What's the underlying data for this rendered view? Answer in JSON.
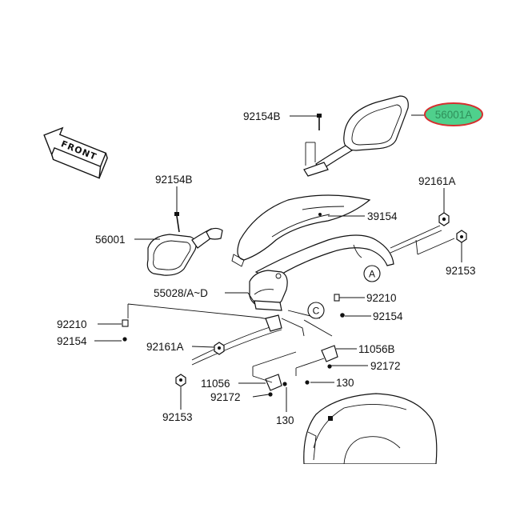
{
  "diagram": {
    "direction_label": "FRONT",
    "highlight_color": "#4fd08c",
    "highlight_ring_color": "#d62f2f",
    "callouts": {
      "bolt_mirror_right": "92154B",
      "mirror_right": "56001A",
      "bolt_mirror_left": "92154B",
      "nut_top_right": "92161A",
      "bracket_cover": "39154",
      "mirror_left": "56001",
      "bolt_right": "92153",
      "stay_assy": "55028/A~D",
      "clip_right": "92210",
      "bolt_mid_right": "92154",
      "clip_left": "92210",
      "bolt_left": "92154",
      "nut_mid": "92161A",
      "damper_right": "11056B",
      "collar_right": "92172",
      "damper_left": "11056",
      "bolt_bottom": "92153",
      "collar_left": "92172",
      "screw_right": "130",
      "screw_left": "130"
    },
    "reference_marks": {
      "a": "A",
      "c": "C"
    }
  }
}
